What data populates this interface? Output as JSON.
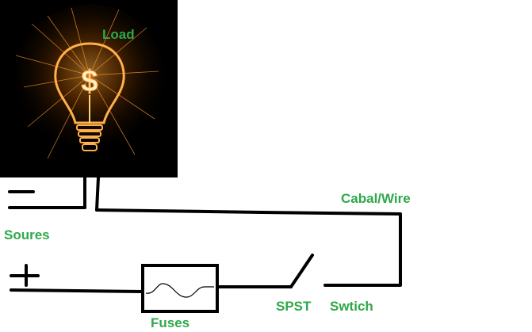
{
  "labels": {
    "load": "Load",
    "source": "Soures",
    "wire": "Cabal/Wire",
    "fuses": "Fuses",
    "spst": "SPST",
    "switch": "Swtich"
  },
  "bulb": {
    "symbol": "$",
    "icon": "light-bulb-icon"
  },
  "colors": {
    "label_green": "#2ea84a",
    "bulb_glow": "#ff8a1e",
    "background_dark": "#000000"
  }
}
